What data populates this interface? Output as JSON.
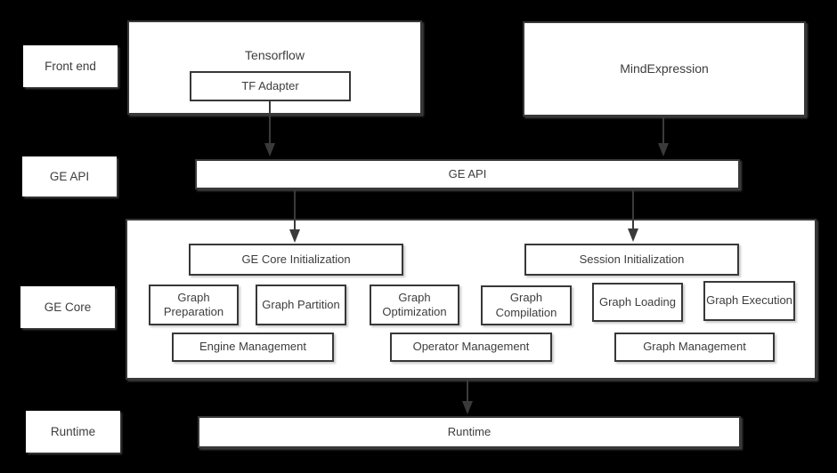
{
  "colors": {
    "background": "#000000",
    "box_fill": "#ffffff",
    "box_border": "#383838",
    "text": "#3d3d3d",
    "arrow": "#3a3a3a"
  },
  "row_labels": [
    {
      "label": "Front end"
    },
    {
      "label": "GE API"
    },
    {
      "label": "GE Core"
    },
    {
      "label": "Runtime"
    }
  ],
  "front_end": {
    "tensorflow_title": "Tensorflow",
    "tf_adapter_label": "TF Adapter",
    "mindexpression_label": "MindExpression"
  },
  "ge_api": {
    "label": "GE API"
  },
  "ge_core": {
    "init_boxes": {
      "ge_core_initialization": "GE Core Initialization",
      "session_initialization": "Session Initialization"
    },
    "stages": [
      {
        "label": "Graph Preparation"
      },
      {
        "label": "Graph Partition"
      },
      {
        "label": "Graph Optimization"
      },
      {
        "label": "Graph Compilation"
      },
      {
        "label": "Graph Loading"
      },
      {
        "label": "Graph Execution"
      }
    ],
    "management": [
      {
        "label": "Engine Management"
      },
      {
        "label": "Operator Management"
      },
      {
        "label": "Graph Management"
      }
    ]
  },
  "runtime": {
    "label": "Runtime"
  }
}
